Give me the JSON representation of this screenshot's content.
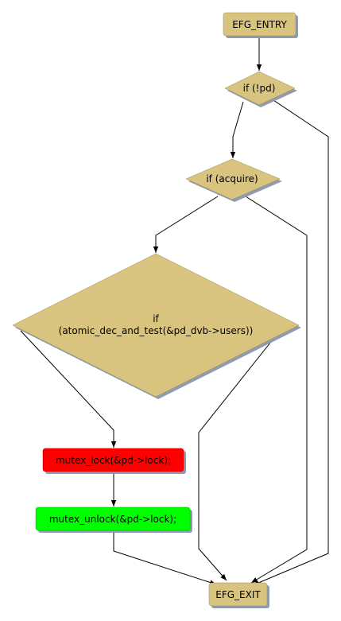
{
  "colors": {
    "neutral": "#d9c47f",
    "error": "#ff0000",
    "ok": "#00ff00",
    "shadow": "#8f9bb0",
    "border": "#a08a50"
  },
  "nodes": {
    "entry": {
      "label": "EFG_ENTRY"
    },
    "if_pd": {
      "label": "if (!pd)"
    },
    "if_acquire": {
      "label": "if (acquire)"
    },
    "if_atomic": {
      "line1": "if",
      "line2": "(atomic_dec_and_test(&pd_dvb->users))"
    },
    "mutex_lock": {
      "label": "mutex_lock(&pd->lock);"
    },
    "mutex_unlock": {
      "label": "mutex_unlock(&pd->lock);"
    },
    "exit": {
      "label": "EFG_EXIT"
    }
  }
}
